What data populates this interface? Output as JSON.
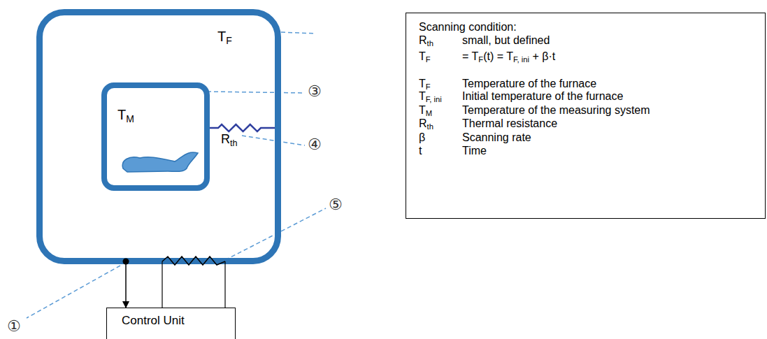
{
  "diagram": {
    "nodes": [
      {
        "text": [
          "TF"
        ]
      },
      {
        "text": [
          "TM"
        ],
        "in": 0
      },
      {
        "text": [
          "Control Unit"
        ]
      },
      {
        "text": [
          "Scanning condition:",
          "Rth",
          "small, but defined",
          "TF",
          "= TF(t) = TF, ini + β·t",
          "TF",
          "Temperature of the furnace",
          "TF, ini",
          "Initial temperature of the furnace",
          "TM",
          "Temperature of the measuring system",
          "Rth",
          "Thermal resistance",
          "β",
          "Scanning rate",
          "t",
          "Time"
        ]
      }
    ],
    "edges": [
      {
        "from": 1,
        "to": 0,
        "arrow": "none",
        "label": "Rth"
      },
      {
        "from": 0,
        "to": 2,
        "arrow": "to"
      }
    ],
    "labels": [
      "③",
      "④",
      "⑤",
      "①"
    ]
  }
}
